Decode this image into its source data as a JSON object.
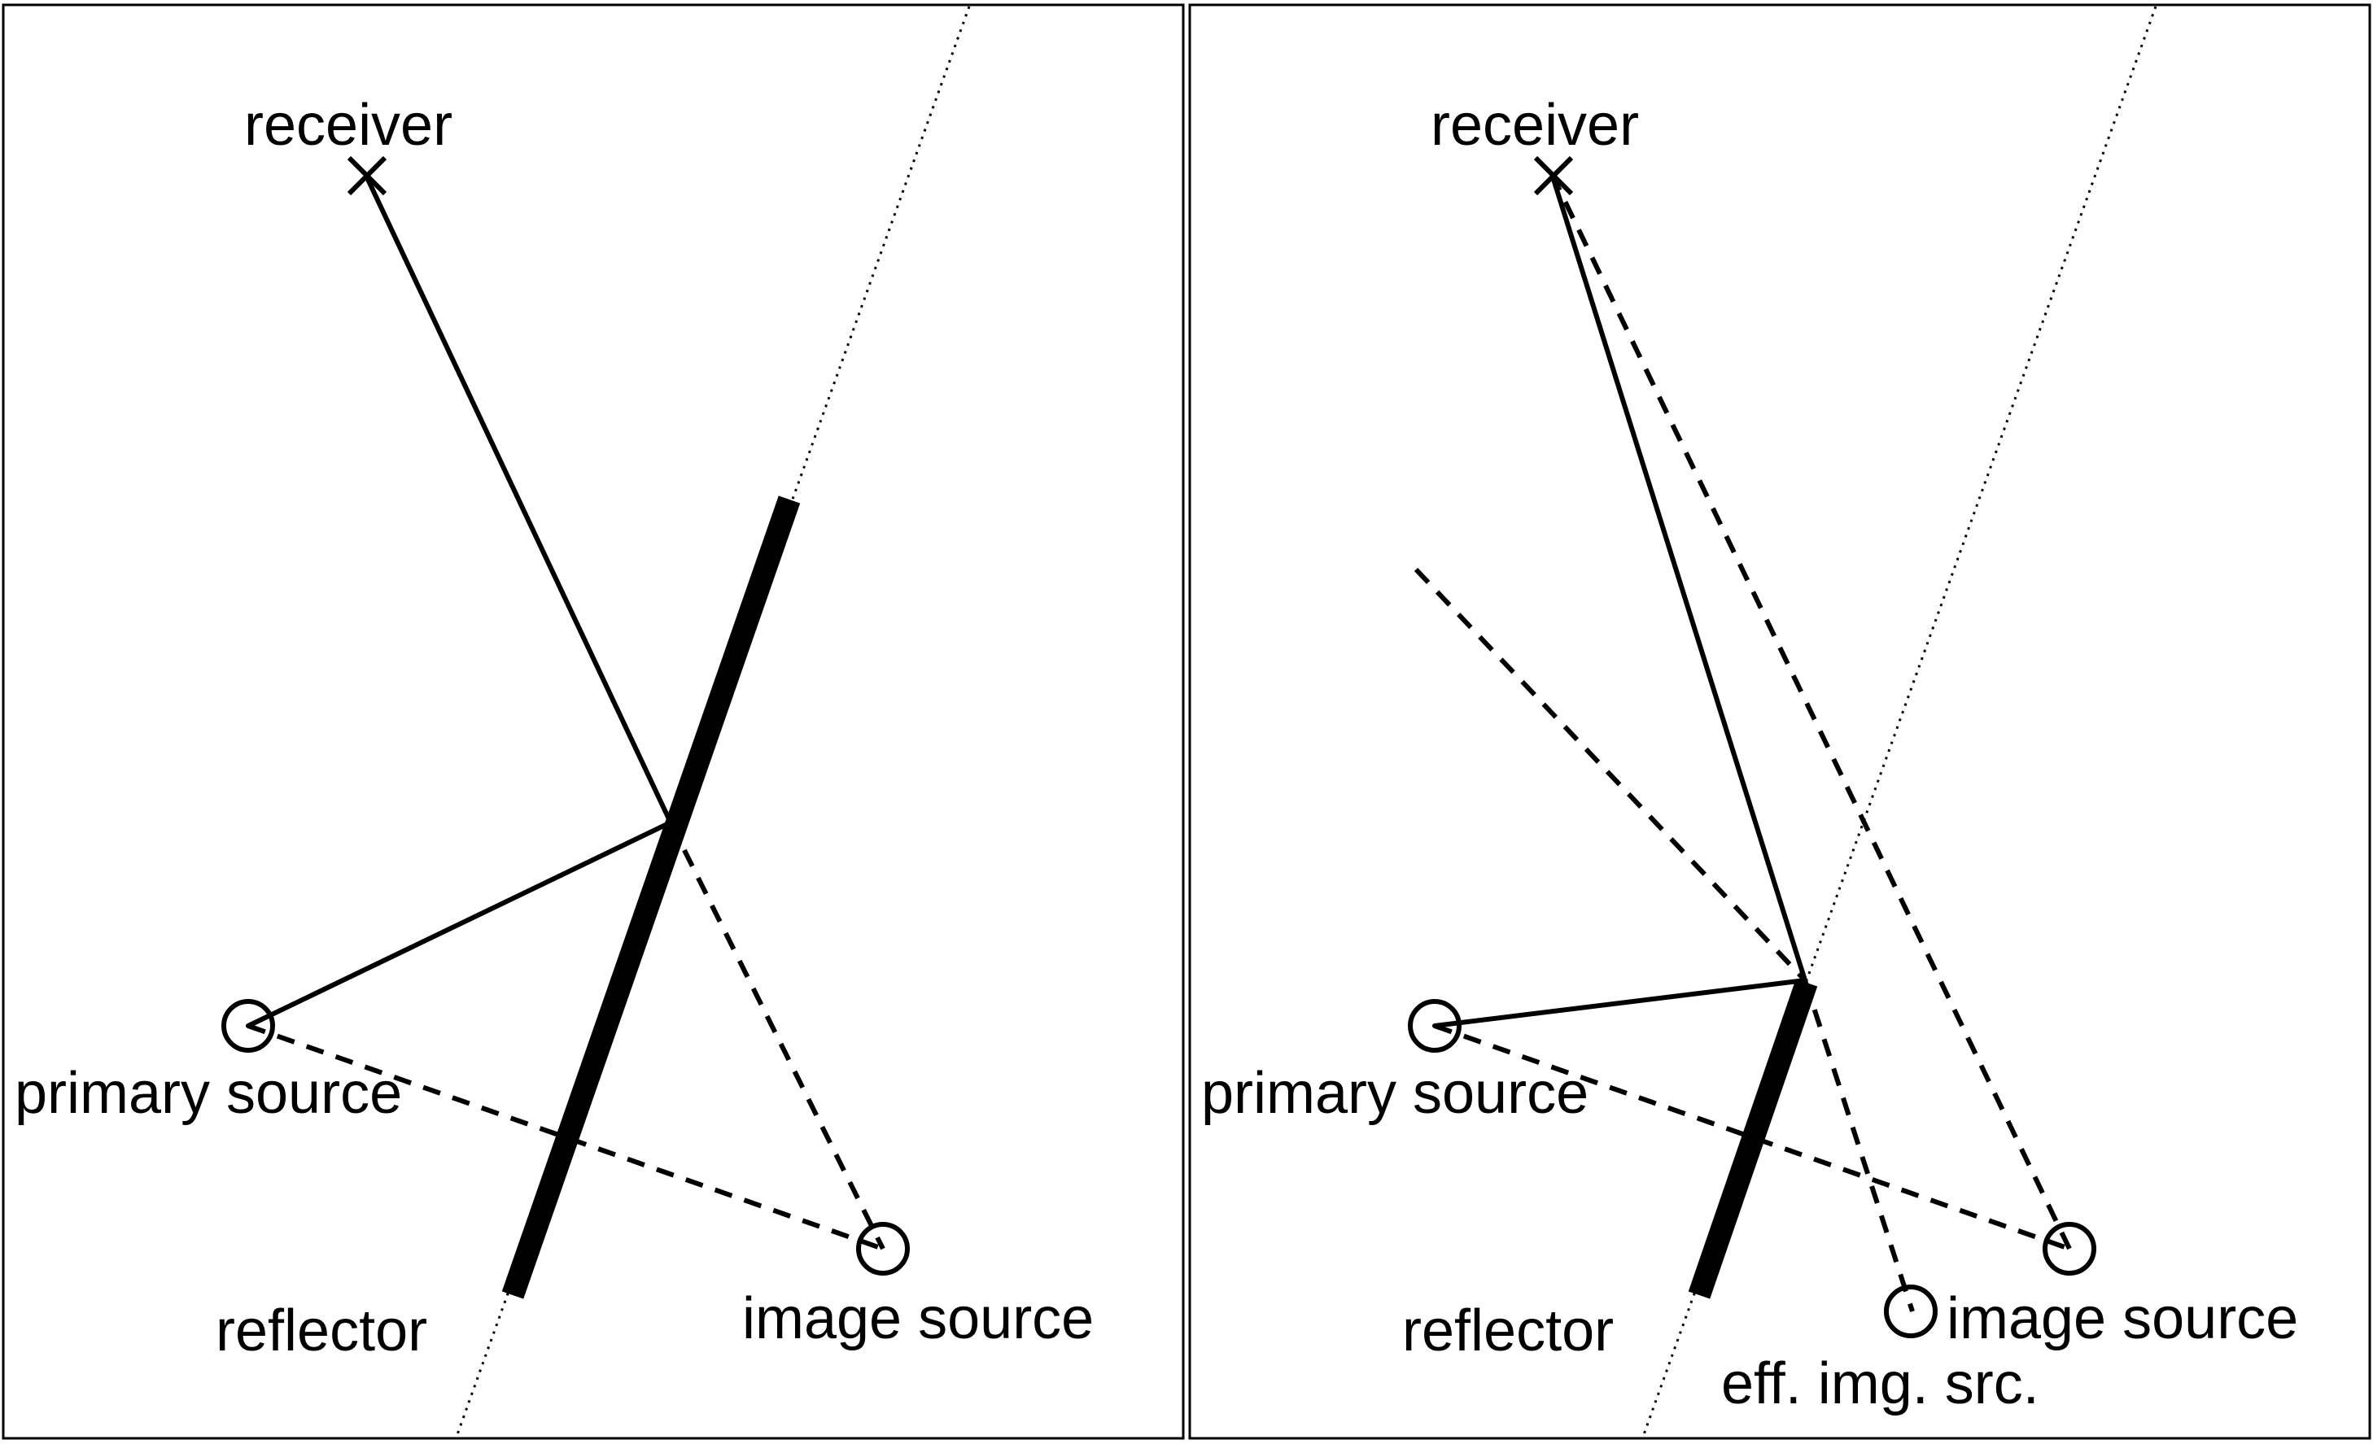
{
  "left_panel": {
    "labels": {
      "receiver": "receiver",
      "primary_source": "primary source",
      "reflector": "reflector",
      "image_source": "image source"
    }
  },
  "right_panel": {
    "labels": {
      "receiver": "receiver",
      "primary_source": "primary source",
      "reflector": "reflector",
      "image_source": "image source",
      "effective_image_source": "eff. img. src."
    }
  }
}
